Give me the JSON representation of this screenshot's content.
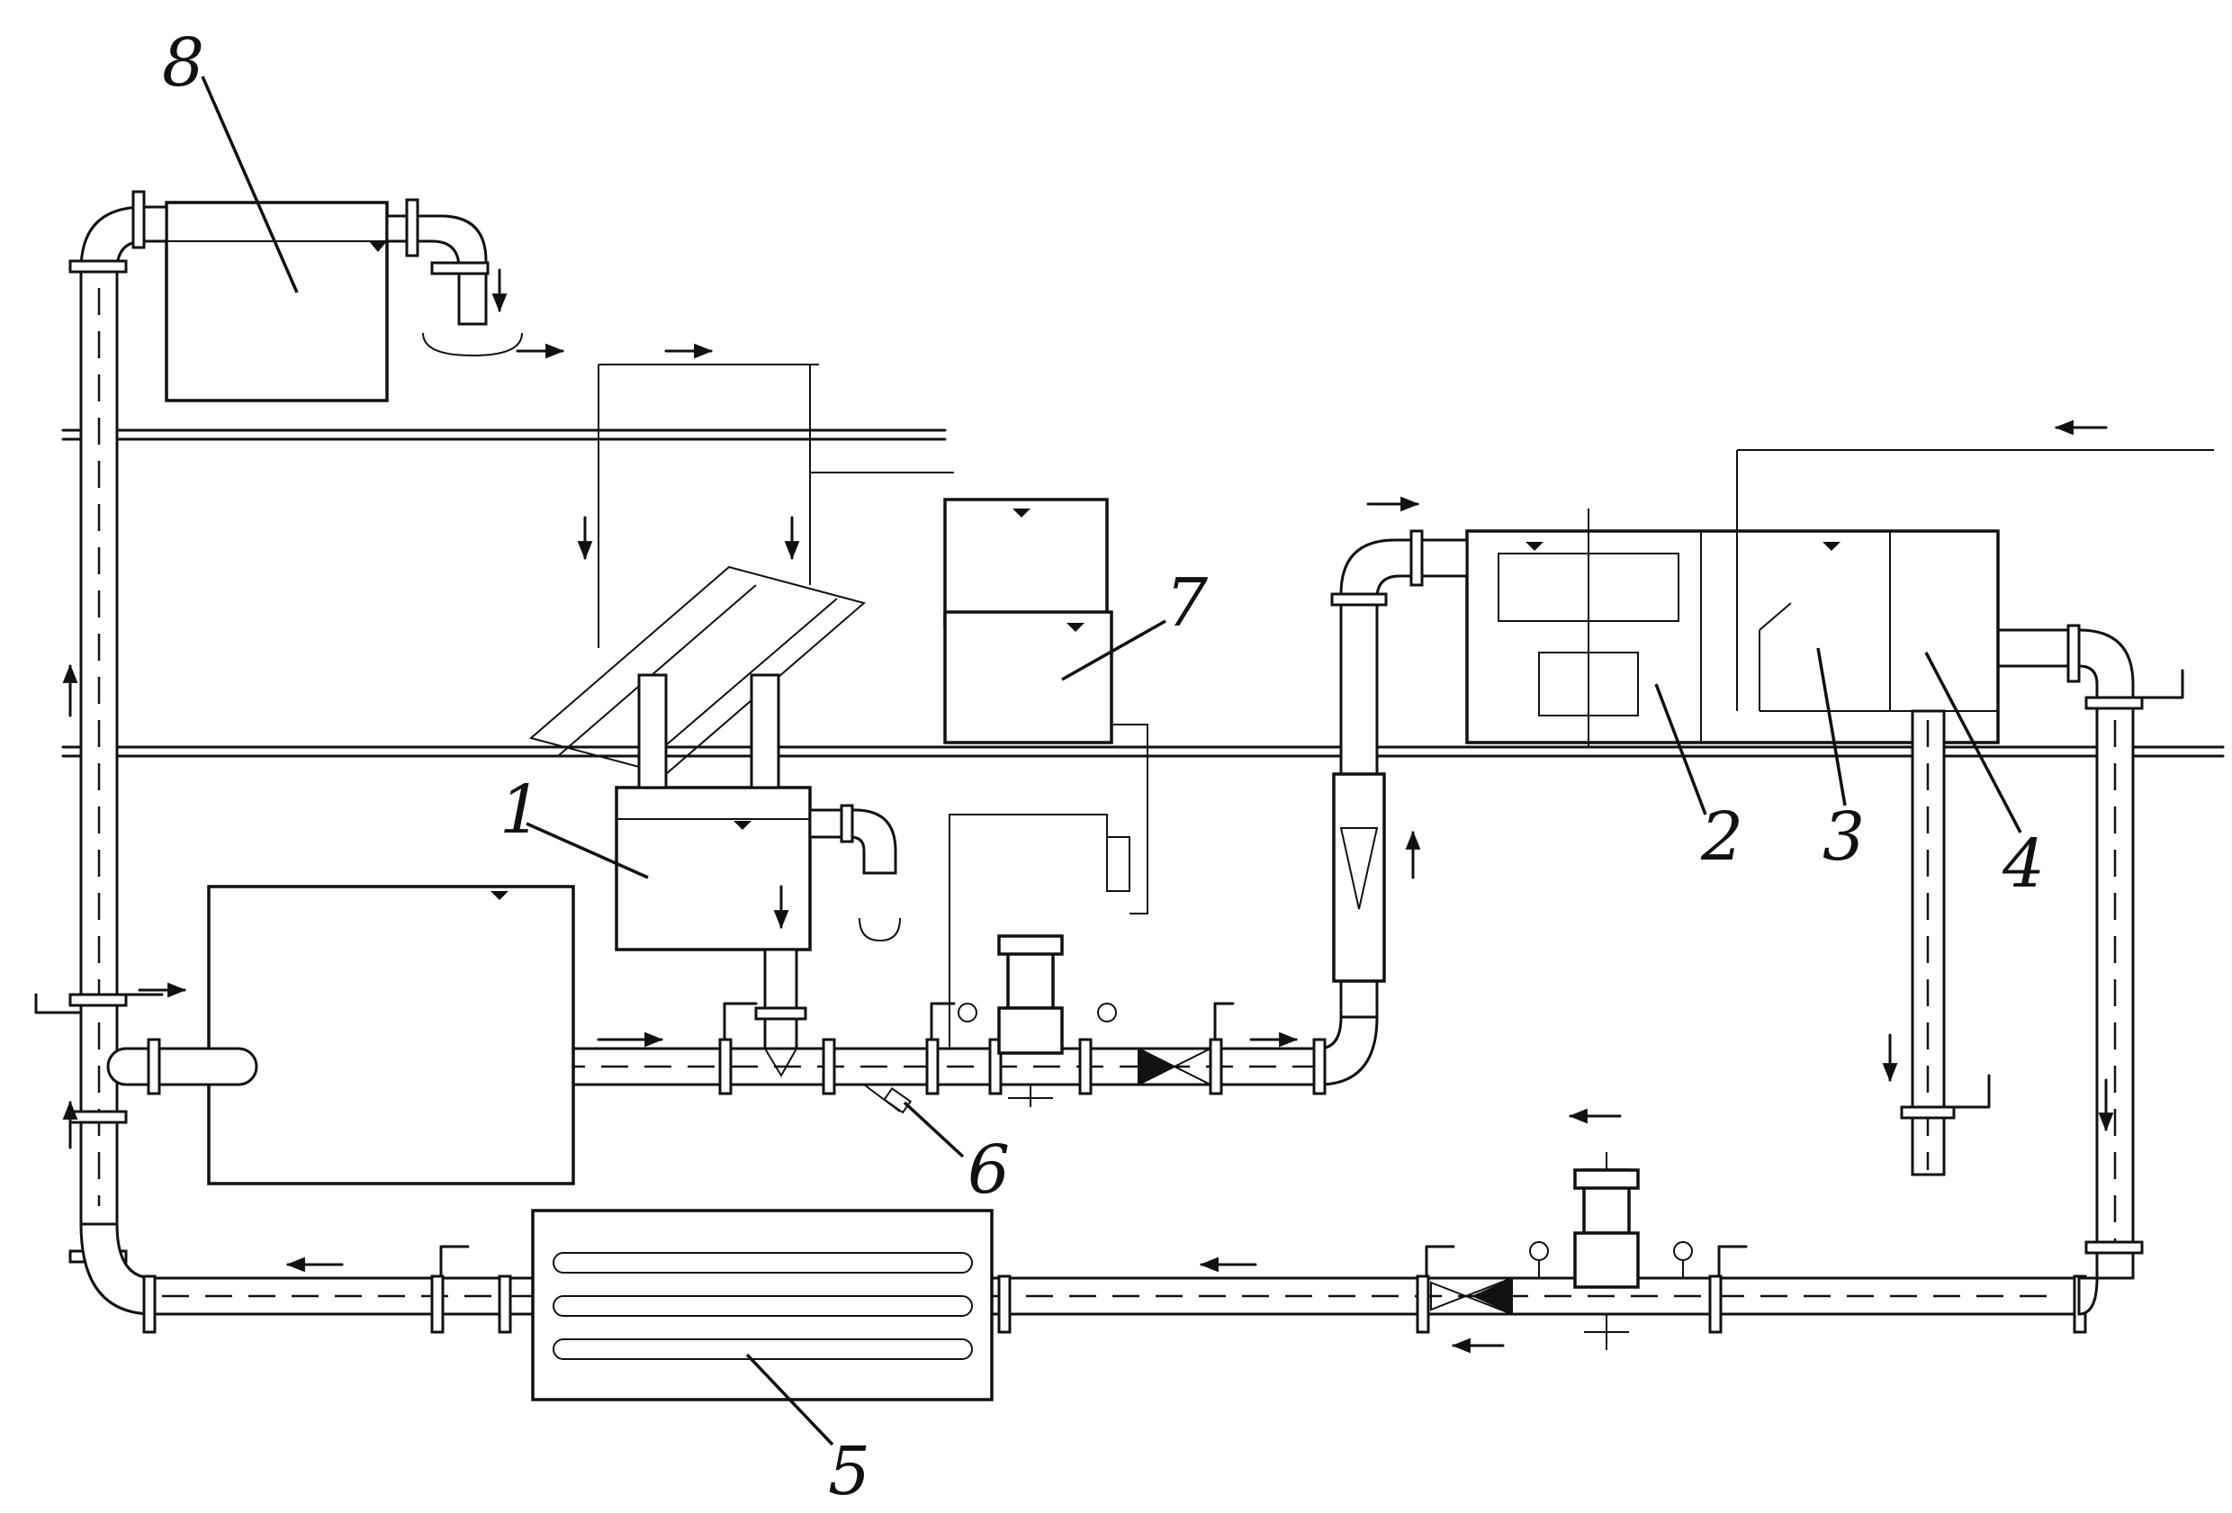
{
  "labels": {
    "n1": "1",
    "n2": "2",
    "n3": "3",
    "n4": "4",
    "n5": "5",
    "n6": "6",
    "n7": "7",
    "n8": "8"
  }
}
